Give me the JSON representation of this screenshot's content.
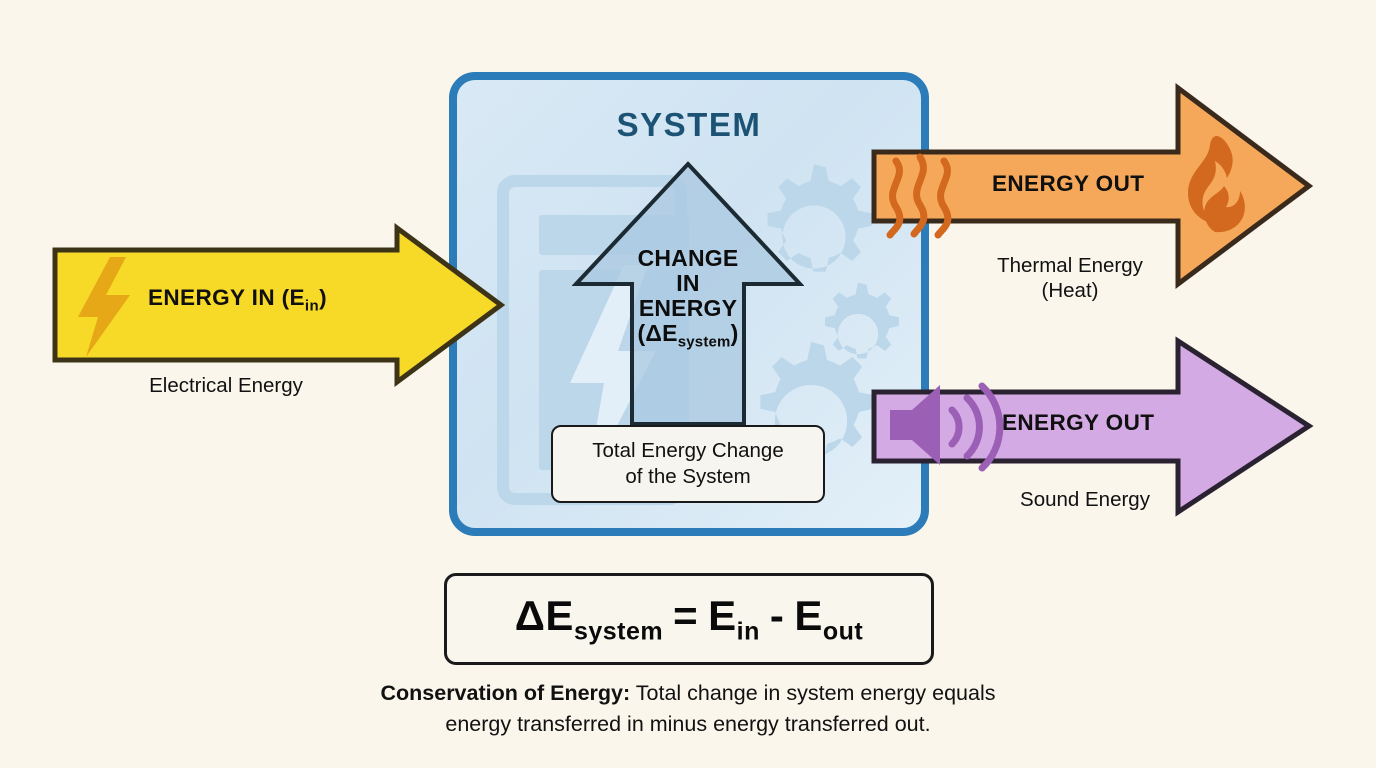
{
  "diagram": {
    "title": "Conservation of Energy system diagram",
    "background_color": "#faf6ec"
  },
  "system": {
    "title": "SYSTEM",
    "border_color": "#2b7cb8",
    "title_color": "#1c5375",
    "fill_color": "#d9e9f5",
    "watermark_icons": [
      "lightning-bolt-watermark",
      "document-watermark",
      "gear-watermark"
    ]
  },
  "change_arrow": {
    "line1": "CHANGE",
    "line2": "IN",
    "line3": "ENERGY",
    "line4_prefix": "(ΔE",
    "line4_sub": "system",
    "line4_suffix": ")",
    "fill_color": "#a9c8e0",
    "stroke_color": "#1b2a33"
  },
  "callout": {
    "line1": "Total Energy Change",
    "line2": "of the System"
  },
  "arrows": {
    "energy_in": {
      "label": "ENERGY IN (E",
      "label_sub": "in",
      "label_suffix": ")",
      "sub_label": "Electrical Energy",
      "fill_color": "#f7d928",
      "stroke_color": "#3d3417",
      "icon": "lightning-bolt-icon",
      "icon_color": "#e6a817",
      "direction": "right"
    },
    "energy_out_thermal": {
      "label": "ENERGY OUT",
      "sub_label_line1": "Thermal Energy",
      "sub_label_line2": "(Heat)",
      "fill_color": "#f5a85a",
      "stroke_color": "#3a2a1c",
      "icons": [
        "heat-waves-icon",
        "flame-icon"
      ],
      "icon_color": "#d2691e",
      "direction": "right"
    },
    "energy_out_sound": {
      "label": "ENERGY OUT",
      "sub_label": "Sound Energy",
      "fill_color": "#d3aae3",
      "stroke_color": "#2a2230",
      "icon": "speaker-icon",
      "icon_color": "#9b5fb5",
      "direction": "right"
    }
  },
  "equation": {
    "lhs_main": "ΔE",
    "lhs_sub": "system",
    "equals": "=",
    "term1_main": "E",
    "term1_sub": "in",
    "minus": "-",
    "term2_main": "E",
    "term2_sub": "out",
    "full_text": "ΔEsystem = Ein - Eout"
  },
  "caption": {
    "bold_lead": "Conservation of Energy:",
    "rest_line1": " Total change in system energy equals",
    "line2": "energy transferred in minus energy transferred out."
  }
}
